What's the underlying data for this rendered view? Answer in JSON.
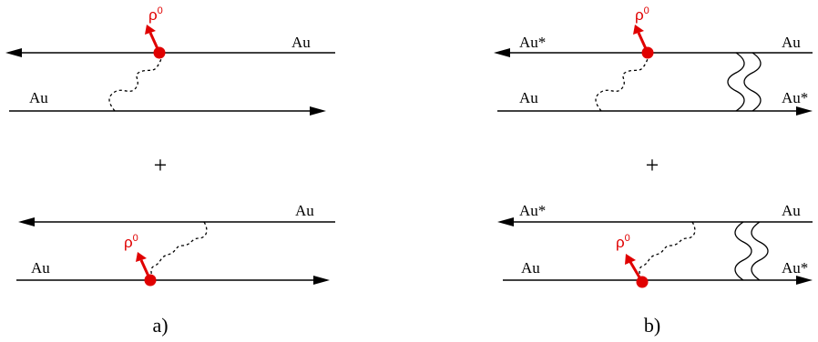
{
  "nucleus": "Au",
  "excited_nucleus": "Au*",
  "meson": {
    "symbol": "ρ",
    "charge": "0"
  },
  "plus_sign": "+",
  "captions": {
    "a": "a)",
    "b": "b)"
  },
  "colors": {
    "meson": "#e00000",
    "lines": "#000000"
  }
}
